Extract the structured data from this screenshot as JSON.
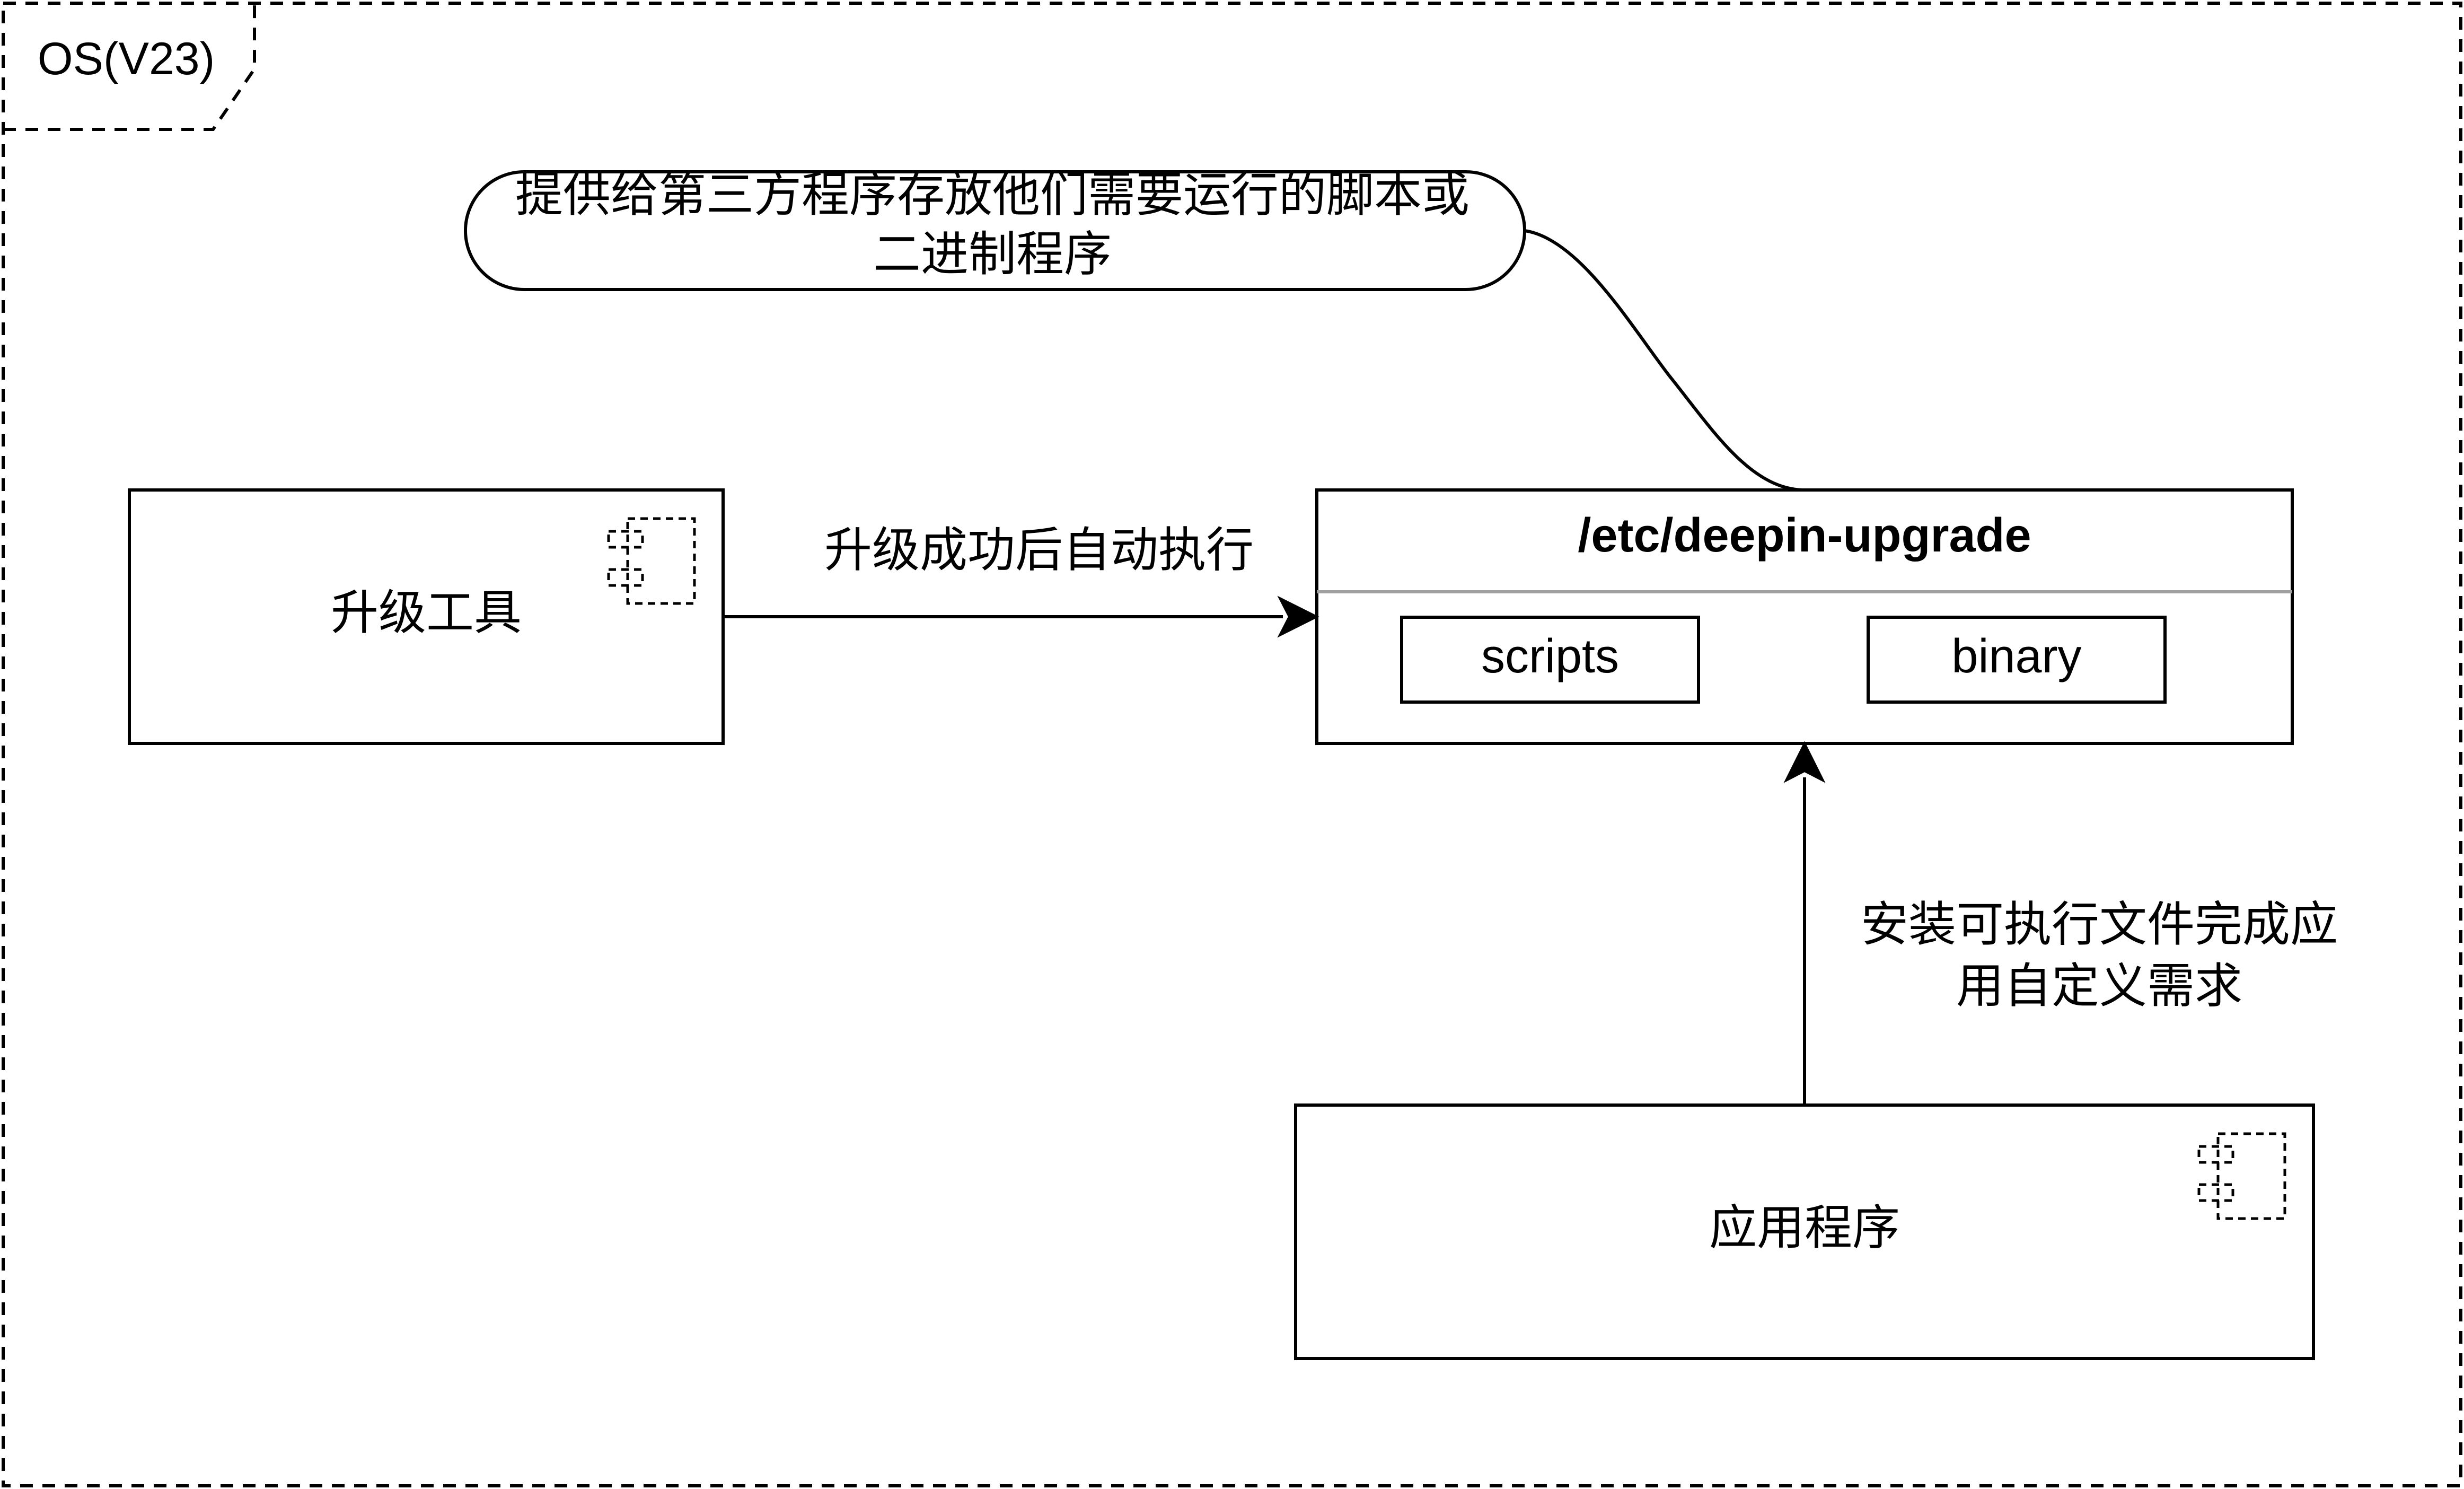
{
  "frame": {
    "label": "OS(V23)"
  },
  "note": {
    "lines": [
      "提供给第三方程序存放他们需要运行的脚本或",
      "二进制程序"
    ]
  },
  "upgrade_tool": {
    "label": "升级工具",
    "icon": "component-icon"
  },
  "deepin_upgrade": {
    "title": "/etc/deepin-upgrade",
    "scripts": "scripts",
    "binary": "binary"
  },
  "application": {
    "label": "应用程序",
    "icon": "component-icon"
  },
  "edges": {
    "upgrade_to_deepin": "升级成功后自动执行",
    "app_to_deepin": [
      "安装可执行文件完成应",
      "用自定义需求"
    ]
  }
}
